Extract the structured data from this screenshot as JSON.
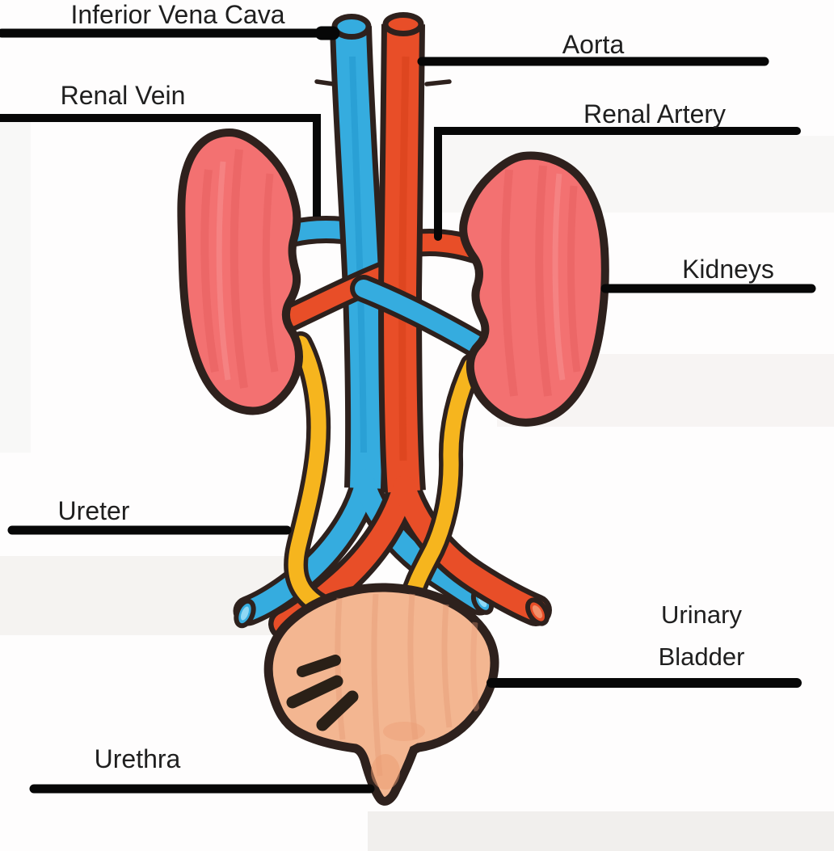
{
  "figure": {
    "type": "labeled anatomical diagram",
    "subject": "Human urinary system (hand-drawn marker illustration)"
  },
  "labels": {
    "inferior_vena_cava": {
      "text": "Inferior Vena Cava"
    },
    "renal_vein": {
      "text": "Renal Vein"
    },
    "aorta": {
      "text": "Aorta"
    },
    "renal_artery": {
      "text": "Renal Artery"
    },
    "kidneys": {
      "text": "Kidneys"
    },
    "ureter": {
      "text": "Ureter"
    },
    "urinary_bladder": {
      "line1": "Urinary",
      "line2": "Bladder"
    },
    "urethra": {
      "text": "Urethra"
    }
  },
  "colors": {
    "vein_blue": "#35acdf",
    "artery_red": "#e84e28",
    "ureter_yellow": "#f6b51e",
    "kidney_fill": "#f37171",
    "bladder_fill": "#f3b691",
    "outline_dark": "#2e211d",
    "label_line_black": "#070707",
    "label_text": "#1f1f1f",
    "background": "#fefdfd"
  }
}
